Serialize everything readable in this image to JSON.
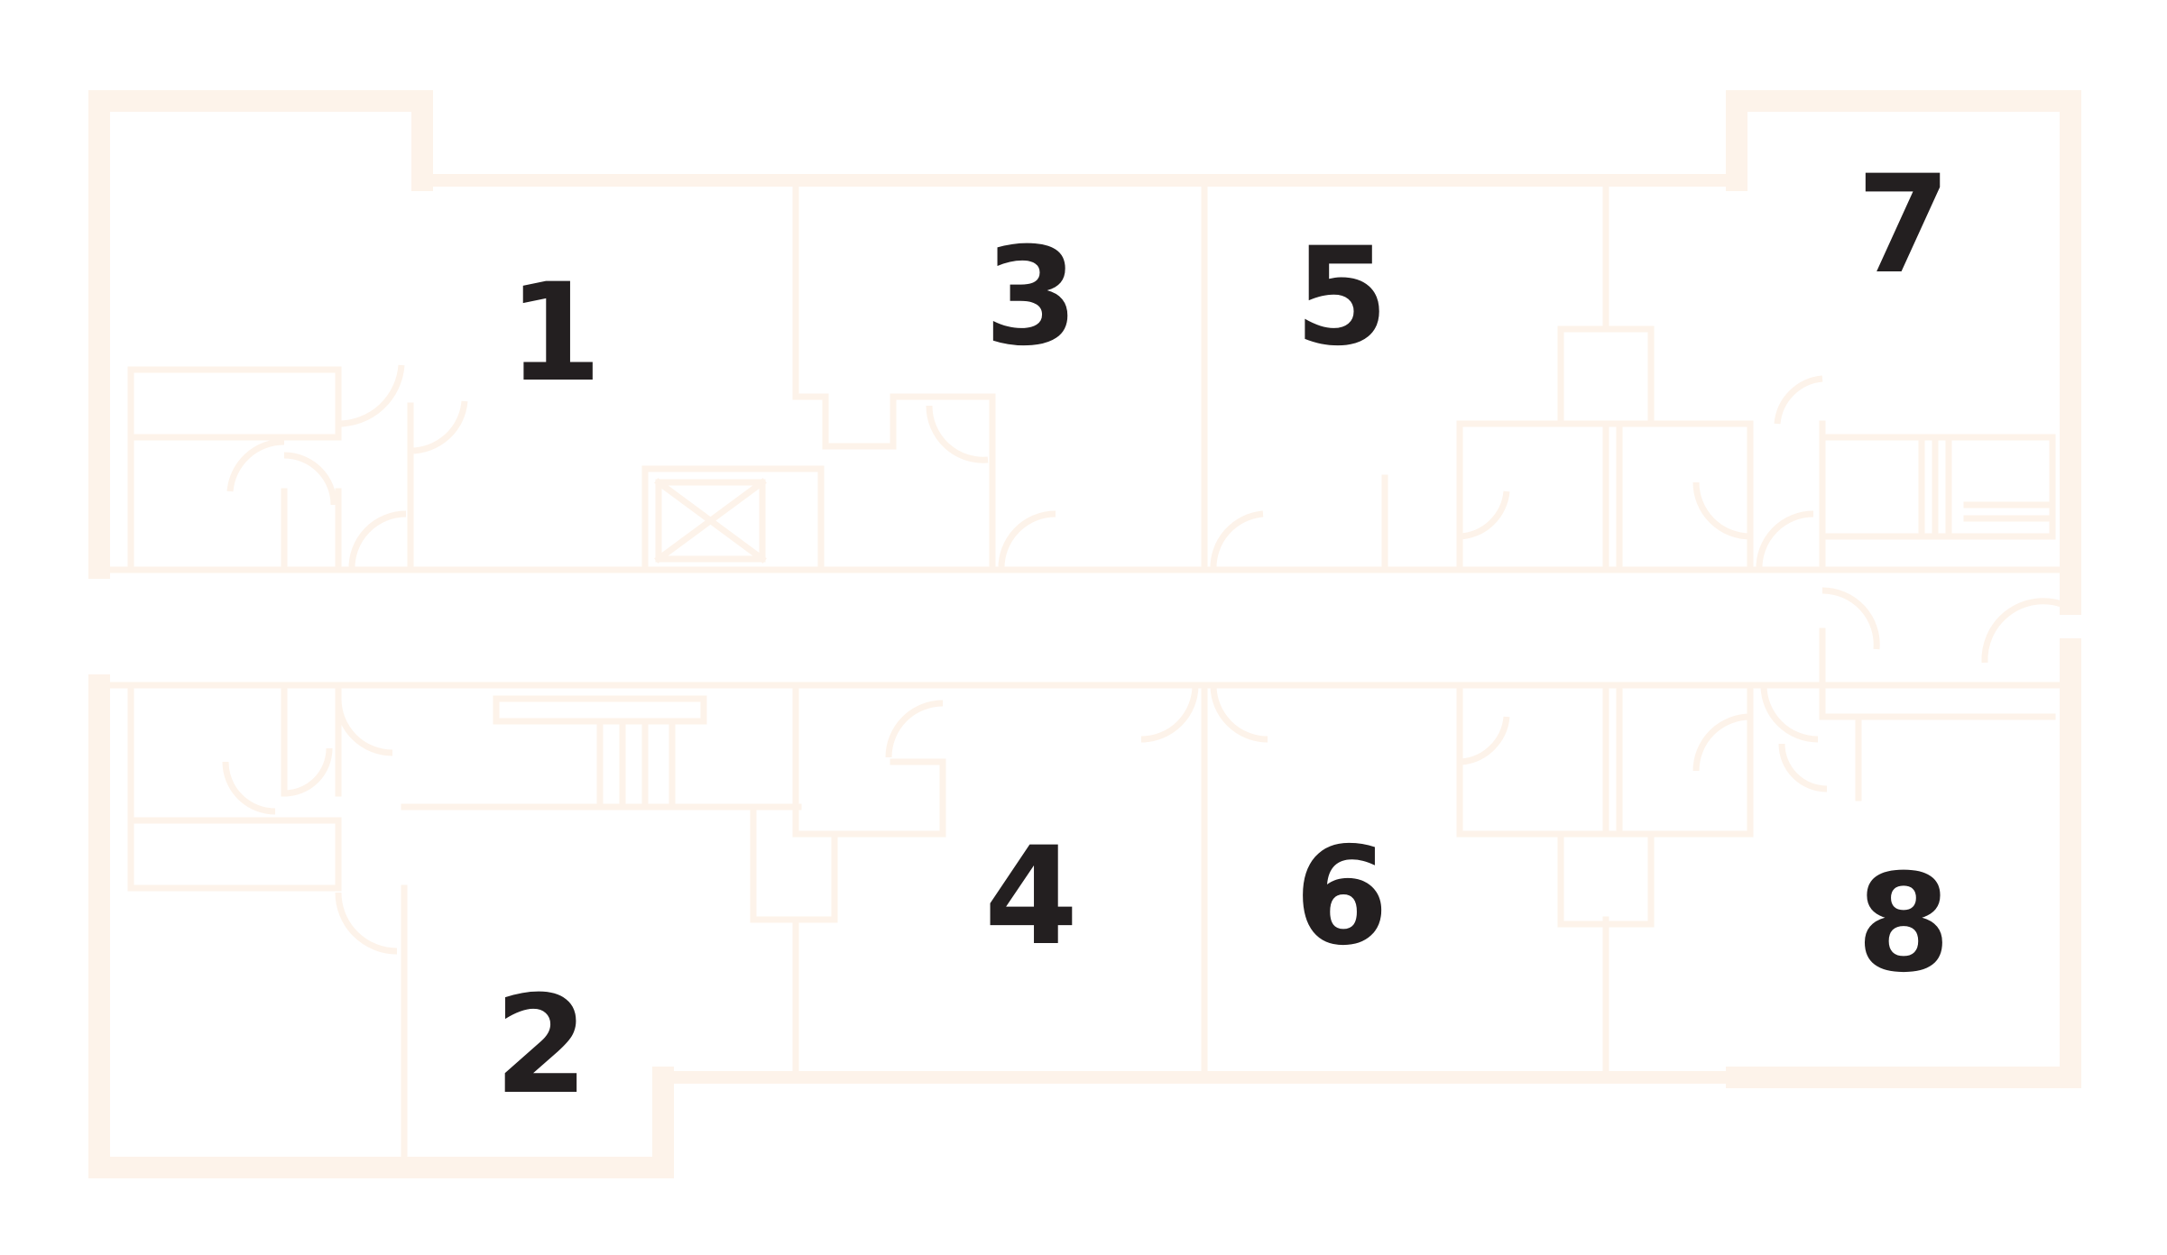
{
  "colors": {
    "wall": "#fdf3ea",
    "label": "#231f20",
    "background": "#ffffff"
  },
  "rooms": [
    {
      "number": "1"
    },
    {
      "number": "2"
    },
    {
      "number": "3"
    },
    {
      "number": "4"
    },
    {
      "number": "5"
    },
    {
      "number": "6"
    },
    {
      "number": "7"
    },
    {
      "number": "8"
    }
  ]
}
